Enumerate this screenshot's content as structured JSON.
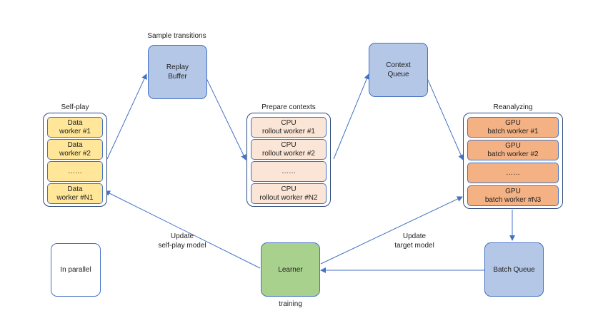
{
  "labels": {
    "sample_transitions": "Sample transitions",
    "self_play": "Self-play",
    "prepare_contexts": "Prepare contexts",
    "reanalyzing": "Reanalyzing",
    "update_self_play": "Update\nself-play model",
    "update_target": "Update\ntarget model",
    "training": "training"
  },
  "nodes": {
    "replay_buffer": "Replay\nBuffer",
    "context_queue": "Context\nQueue",
    "learner": "Learner",
    "batch_queue": "Batch Queue",
    "in_parallel": "In parallel"
  },
  "self_play_workers": [
    "Data\nworker #1",
    "Data\nworker #2",
    "……",
    "Data\nworker #N1"
  ],
  "cpu_workers": [
    "CPU\nrollout worker #1",
    "CPU\nrollout worker #2",
    "……",
    "CPU\nrollout worker #N2"
  ],
  "gpu_workers": [
    "GPU\nbatch worker #1",
    "GPU\nbatch worker #2",
    "……",
    "GPU\nbatch worker #N3"
  ],
  "colors": {
    "arrow": "#4472c4",
    "blue_node": "#b4c7e7",
    "green_node": "#a9d18e",
    "yellow_cell": "#ffe699",
    "peach_cell": "#fbe5d6",
    "orange_cell": "#f4b183"
  }
}
